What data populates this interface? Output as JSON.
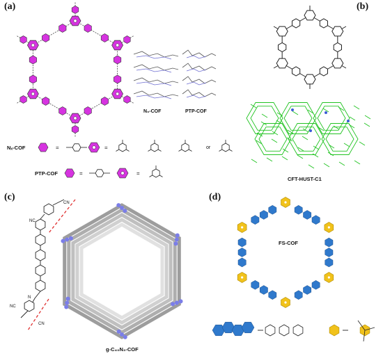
{
  "panels": {
    "a": {
      "label": "(a)",
      "n3_cof": "N₃-COF",
      "ptp_cof": "PTP-COF",
      "nx_cof": "Nₓ-COF",
      "ptp_cof_legend": "PTP-COF",
      "or": "or",
      "eq": "="
    },
    "b": {
      "label": "(b)",
      "name": "CFT-HUST-C1"
    },
    "c": {
      "label": "(c)",
      "name": "g-C₄₀N₃-COF",
      "cn1": "CN",
      "cn2": "NC",
      "cn3": "NC",
      "cn4": "CN",
      "n": "N"
    },
    "d": {
      "label": "(d)",
      "name": "FS-COF"
    }
  },
  "colors": {
    "magenta": "#d633e0",
    "blue": "#2f79cc",
    "yellow": "#f1c21b",
    "green": "#22cc22",
    "gray": "#8a8a8a"
  }
}
